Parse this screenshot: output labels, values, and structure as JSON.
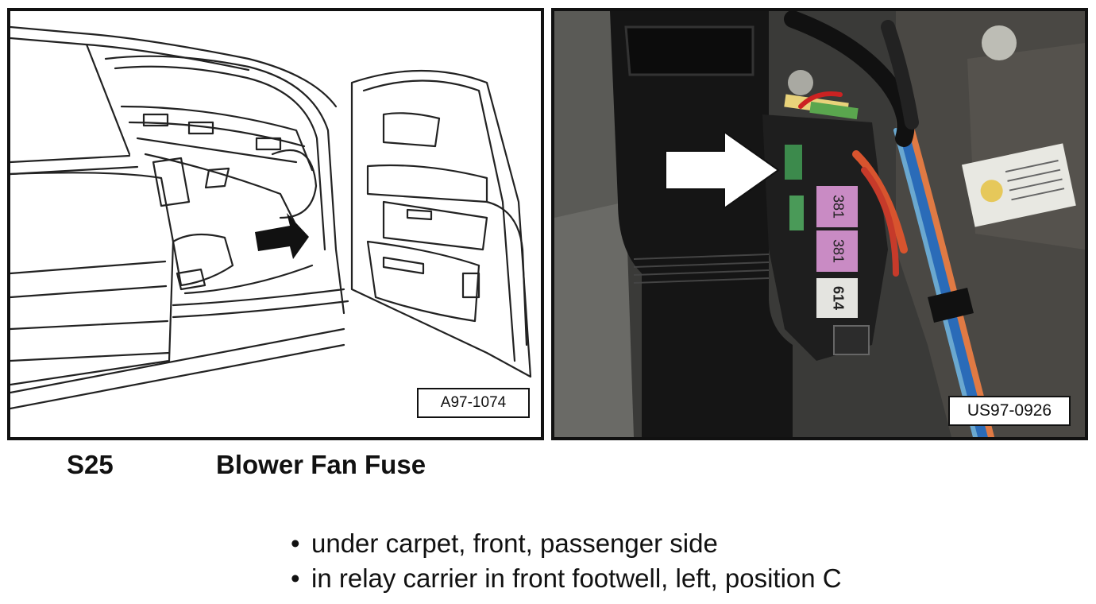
{
  "figures": {
    "left": {
      "id": "A97-1074"
    },
    "right": {
      "id": "US97-0926",
      "relay_labels": [
        "381",
        "381",
        "614"
      ]
    }
  },
  "fuse": {
    "code": "S25",
    "name": "Blower Fan Fuse"
  },
  "locations": [
    "under carpet, front, passenger side",
    "in relay carrier in front footwell, left, position C"
  ],
  "bullet_glyph": "•",
  "colors": {
    "relay_pink": "#c98bc4",
    "fuse_green": "#3c8a4c",
    "arrow_black": "#111111",
    "arrow_white": "#ffffff"
  }
}
